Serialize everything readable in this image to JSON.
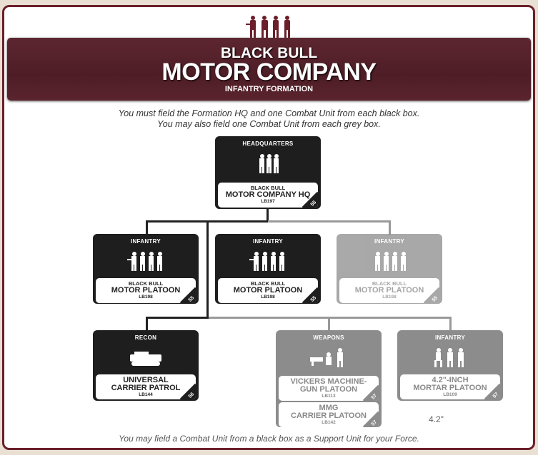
{
  "header": {
    "subtitle_top": "BLACK BULL",
    "title": "MOTOR COMPANY",
    "formation_type": "INFANTRY FORMATION"
  },
  "intro": [
    "You must field the Formation HQ and one Combat Unit from each black box.",
    "You may also field one Combat Unit from each grey box."
  ],
  "footer": "You may field a Combat Unit from a black box as a Support Unit for your Force.",
  "note": "4.2\"",
  "colors": {
    "maroon": "#6b1f2a",
    "black_box": "#1e1e1e",
    "grey_box": "#8c8c8c"
  },
  "boxes": {
    "hq": {
      "category": "HEADQUARTERS",
      "line1": "BLACK BULL",
      "line2": "MOTOR COMPANY HQ",
      "code": "LB197",
      "page": "55"
    },
    "inf1": {
      "category": "INFANTRY",
      "line1": "BLACK BULL",
      "line2": "MOTOR PLATOON",
      "code": "LB198",
      "page": "55"
    },
    "inf2": {
      "category": "INFANTRY",
      "line1": "BLACK BULL",
      "line2": "MOTOR PLATOON",
      "code": "LB198",
      "page": "55"
    },
    "inf3": {
      "category": "INFANTRY",
      "line1": "BLACK BULL",
      "line2": "MOTOR PLATOON",
      "code": "LB198",
      "page": "55"
    },
    "recon": {
      "category": "RECON",
      "line1": "UNIVERSAL",
      "line2": "CARRIER PATROL",
      "code": "LB144",
      "page": "56"
    },
    "weapons": {
      "category": "WEAPONS",
      "line1": "VICKERS MACHINE-",
      "line2": "GUN PLATOON",
      "code": "LB113",
      "page": "57",
      "alt_line1": "MMG",
      "alt_line2": "CARRIER PLATOON",
      "alt_code": "LB142",
      "alt_page": "57"
    },
    "mortar": {
      "category": "INFANTRY",
      "line1": "4.2\"-INCH",
      "line2": "MORTAR PLATOON",
      "code": "LB109",
      "page": "57"
    }
  }
}
